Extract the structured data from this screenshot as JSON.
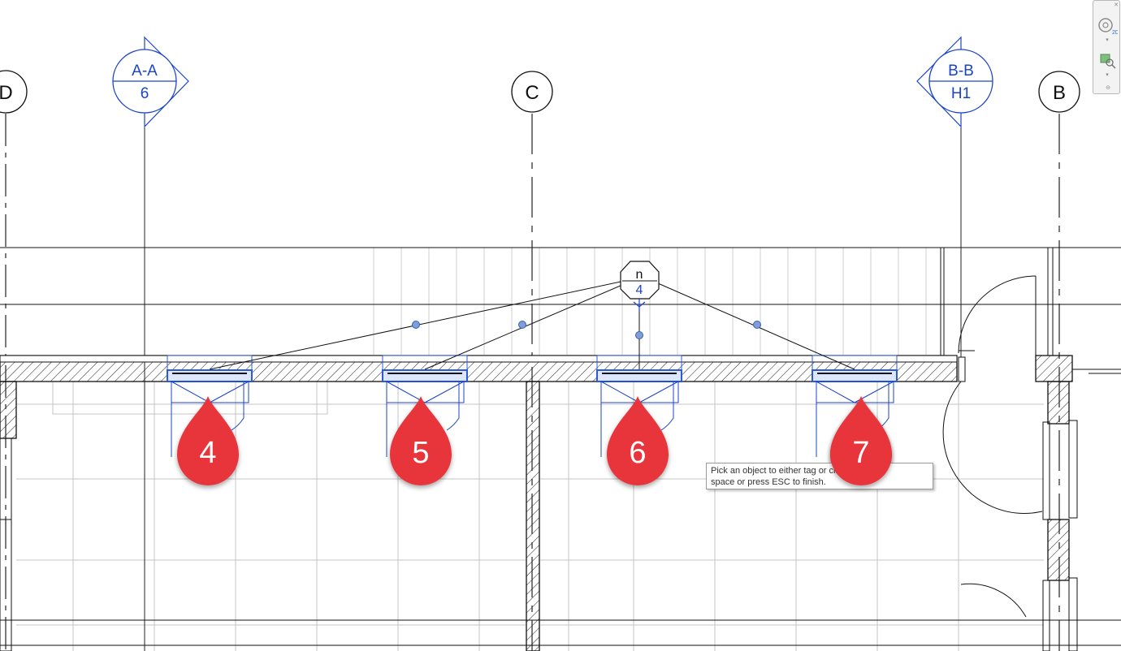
{
  "gridlines": [
    {
      "label": "D"
    },
    {
      "label": "C"
    },
    {
      "label": "B"
    }
  ],
  "section_heads": [
    {
      "name": "A-A",
      "sheet": "6"
    },
    {
      "name": "B-B",
      "sheet": "H1"
    }
  ],
  "multi_tag": {
    "top": "n",
    "bottom": "4"
  },
  "markers": [
    {
      "label": "4"
    },
    {
      "label": "5"
    },
    {
      "label": "6"
    },
    {
      "label": "7"
    }
  ],
  "tooltip": {
    "line1": "Pick an object to either tag or click empty",
    "line2": "space or press ESC to finish."
  },
  "navigation_bar": {
    "items": [
      "steering-wheel-2d",
      "zoom-region"
    ]
  },
  "colors": {
    "selection_blue": "#1a44c8",
    "marker_red": "#e8353b",
    "wall_line": "#111111",
    "ceiling_grid": "#bdbdbd"
  }
}
